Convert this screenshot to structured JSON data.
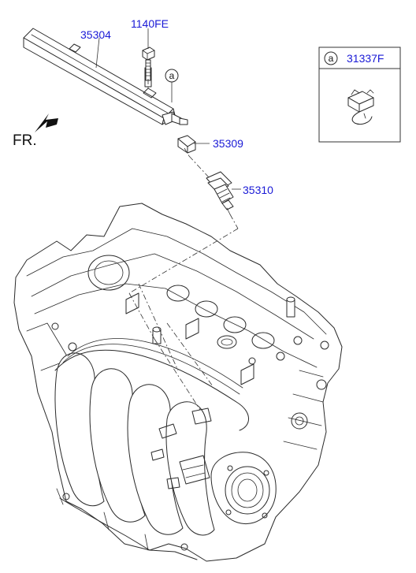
{
  "diagram": {
    "parts": {
      "fuel_rail": "35304",
      "bolt": "1140FE",
      "clip": "35309",
      "injector": "35310",
      "legend_part": "31337F"
    },
    "reference_marker": "a",
    "legend_marker": "a",
    "direction_label": "FR."
  }
}
